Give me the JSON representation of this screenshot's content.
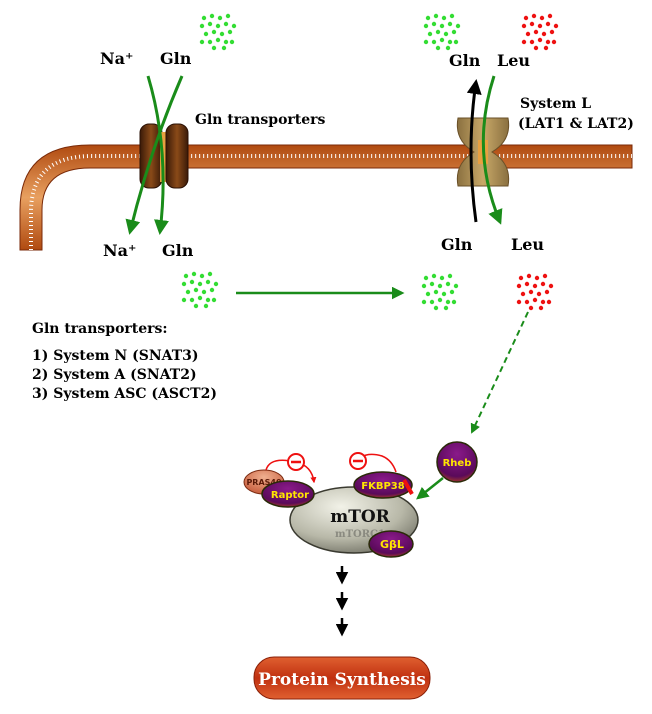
{
  "membrane": {
    "left_transporter": {
      "label": "Gln transporters",
      "outside_labels": [
        "Na⁺",
        "Gln"
      ],
      "inside_labels": [
        "Na⁺",
        "Gln"
      ]
    },
    "right_transporter": {
      "label_line1": "System L",
      "label_line2": "(LAT1 & LAT2)",
      "outside_labels": [
        "Gln",
        "Leu"
      ],
      "inside_labels": [
        "Gln",
        "Leu"
      ]
    }
  },
  "transporter_list": {
    "heading": "Gln transporters:",
    "items": [
      "1) System N (SNAT3)",
      "2) System A (SNAT2)",
      "3) System ASC (ASCT2)"
    ]
  },
  "complex": {
    "mtor": "mTOR",
    "mtorc1": "mTORC1",
    "raptor": "Raptor",
    "pras40": "PRAS40",
    "fkbp38": "FKBP38",
    "gbl": "GβL",
    "rheb": "Rheb"
  },
  "output": {
    "label": "Protein Synthesis"
  },
  "colors": {
    "glutamine": "#33dd33",
    "leucine": "#ee1111",
    "arrow_green": "#1a8c1a",
    "membrane_fill": "#c05a1a",
    "protein_purple": "#5a0a5a",
    "protein_synthesis": "#c8401a"
  }
}
